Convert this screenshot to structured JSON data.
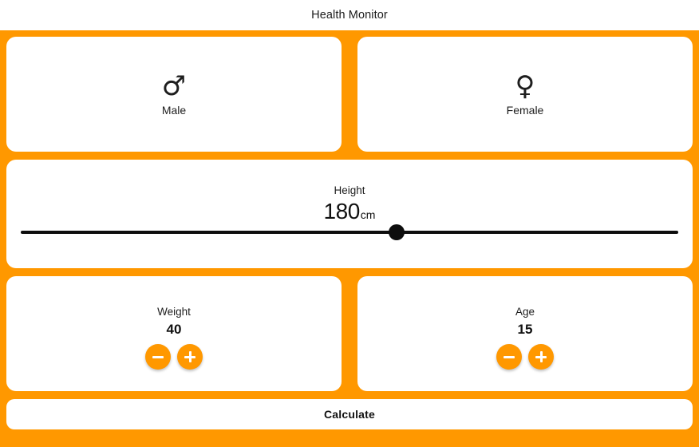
{
  "window": {
    "title": "Health Monitor"
  },
  "theme": {
    "accent": "#ff9800",
    "card": "#ffffff",
    "text": "#111111",
    "slider": "#0d0d0d"
  },
  "gender": {
    "options": [
      {
        "label": "Male",
        "icon": "mars-icon",
        "glyph": "♂"
      },
      {
        "label": "Female",
        "icon": "venus-icon",
        "glyph": "♀"
      }
    ]
  },
  "height": {
    "label": "Height",
    "value": "180",
    "unit": "cm",
    "slider": {
      "min": 100,
      "max": 240,
      "current": 180,
      "percent": "57.2%"
    }
  },
  "steppers": [
    {
      "label": "Weight",
      "value": "40",
      "decrement": {
        "name": "weight-decrement-button",
        "icon": "minus-icon"
      },
      "increment": {
        "name": "weight-increment-button",
        "icon": "plus-icon"
      }
    },
    {
      "label": "Age",
      "value": "15",
      "decrement": {
        "name": "age-decrement-button",
        "icon": "minus-icon"
      },
      "increment": {
        "name": "age-increment-button",
        "icon": "plus-icon"
      }
    }
  ],
  "actions": {
    "calculate_label": "Calculate"
  }
}
